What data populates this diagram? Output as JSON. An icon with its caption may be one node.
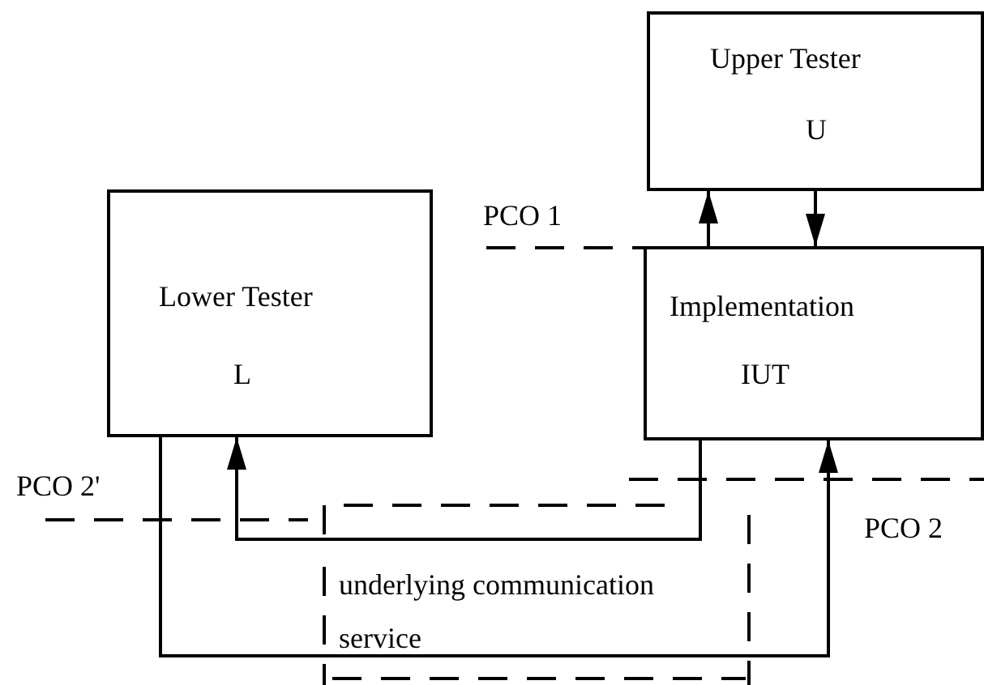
{
  "diagram": {
    "nodes": [
      {
        "text": [
          "Upper Tester",
          "U"
        ]
      },
      {
        "text": [
          "Lower Tester",
          "L"
        ]
      },
      {
        "text": [
          "Implementation",
          "IUT"
        ]
      }
    ],
    "edges": [
      {
        "from": 2,
        "to": 0,
        "arrow": "to"
      },
      {
        "from": 0,
        "to": 2,
        "arrow": "to"
      },
      {
        "from": 2,
        "to": 1,
        "arrow": "to"
      },
      {
        "from": 1,
        "to": 2,
        "arrow": "to"
      }
    ],
    "labels": [
      "PCO 1",
      "PCO 2'",
      "PCO 2",
      "underlying communication service"
    ]
  }
}
